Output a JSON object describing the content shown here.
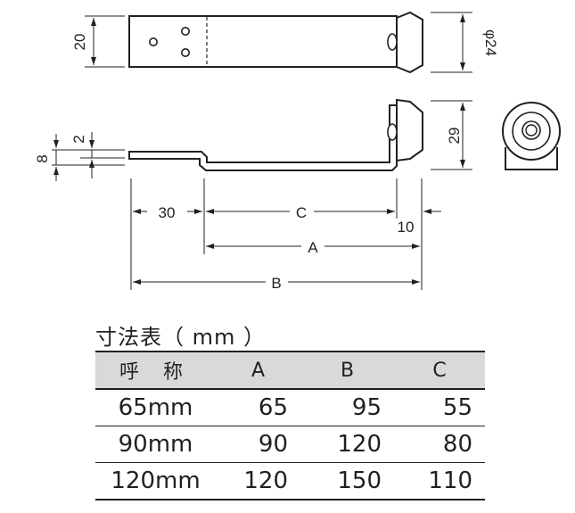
{
  "dimensions": {
    "h20": "20",
    "phi24": "φ24",
    "h29": "29",
    "d2": "2",
    "d8": "8",
    "d30": "30",
    "dC": "C",
    "d10": "10",
    "dA": "A",
    "dB": "B"
  },
  "table": {
    "title": "寸法表（ mm ）",
    "headers": [
      "呼 称",
      "A",
      "B",
      "C"
    ],
    "rows": [
      [
        "65mm",
        "65",
        "95",
        "55"
      ],
      [
        "90mm",
        "90",
        "120",
        "80"
      ],
      [
        "120mm",
        "120",
        "150",
        "110"
      ]
    ]
  }
}
